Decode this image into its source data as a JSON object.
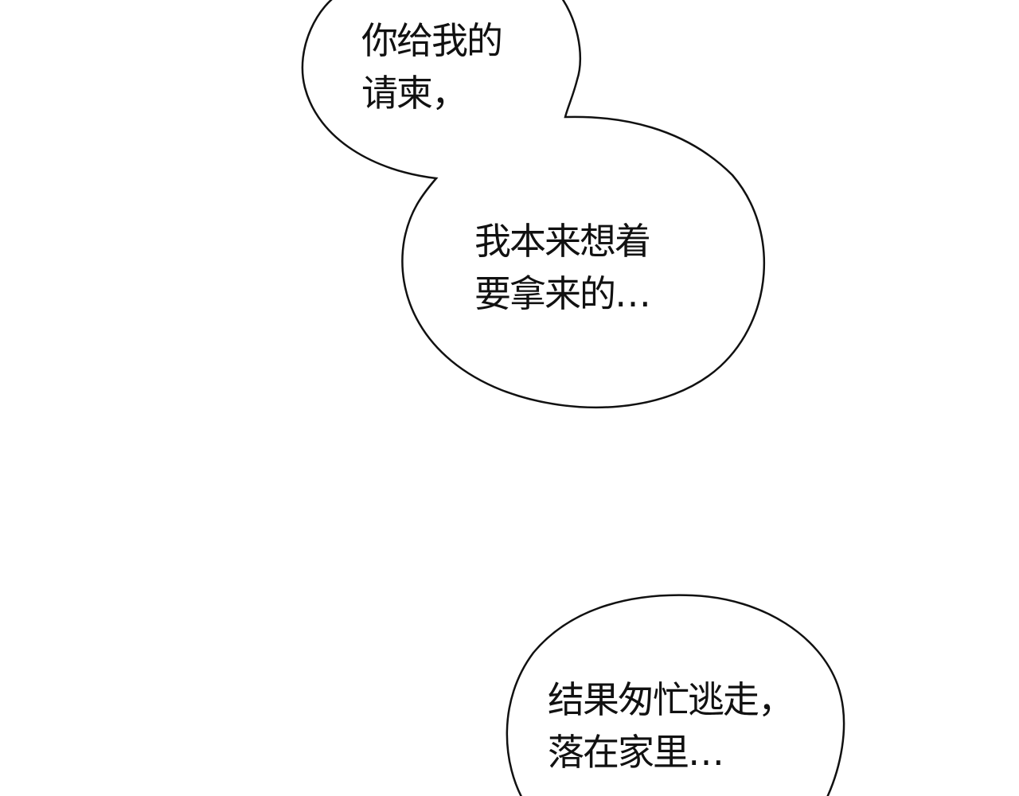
{
  "page": {
    "background": "#ffffff",
    "stroke_color": "#111111"
  },
  "bubbles": [
    {
      "id": "bubble-1",
      "lines": [
        "你给我的",
        "请柬，"
      ]
    },
    {
      "id": "bubble-2",
      "lines": [
        "我本来想着",
        "要拿来的…"
      ]
    },
    {
      "id": "bubble-3",
      "lines": [
        "结果匆忙逃走，",
        "落在家里…"
      ]
    }
  ]
}
